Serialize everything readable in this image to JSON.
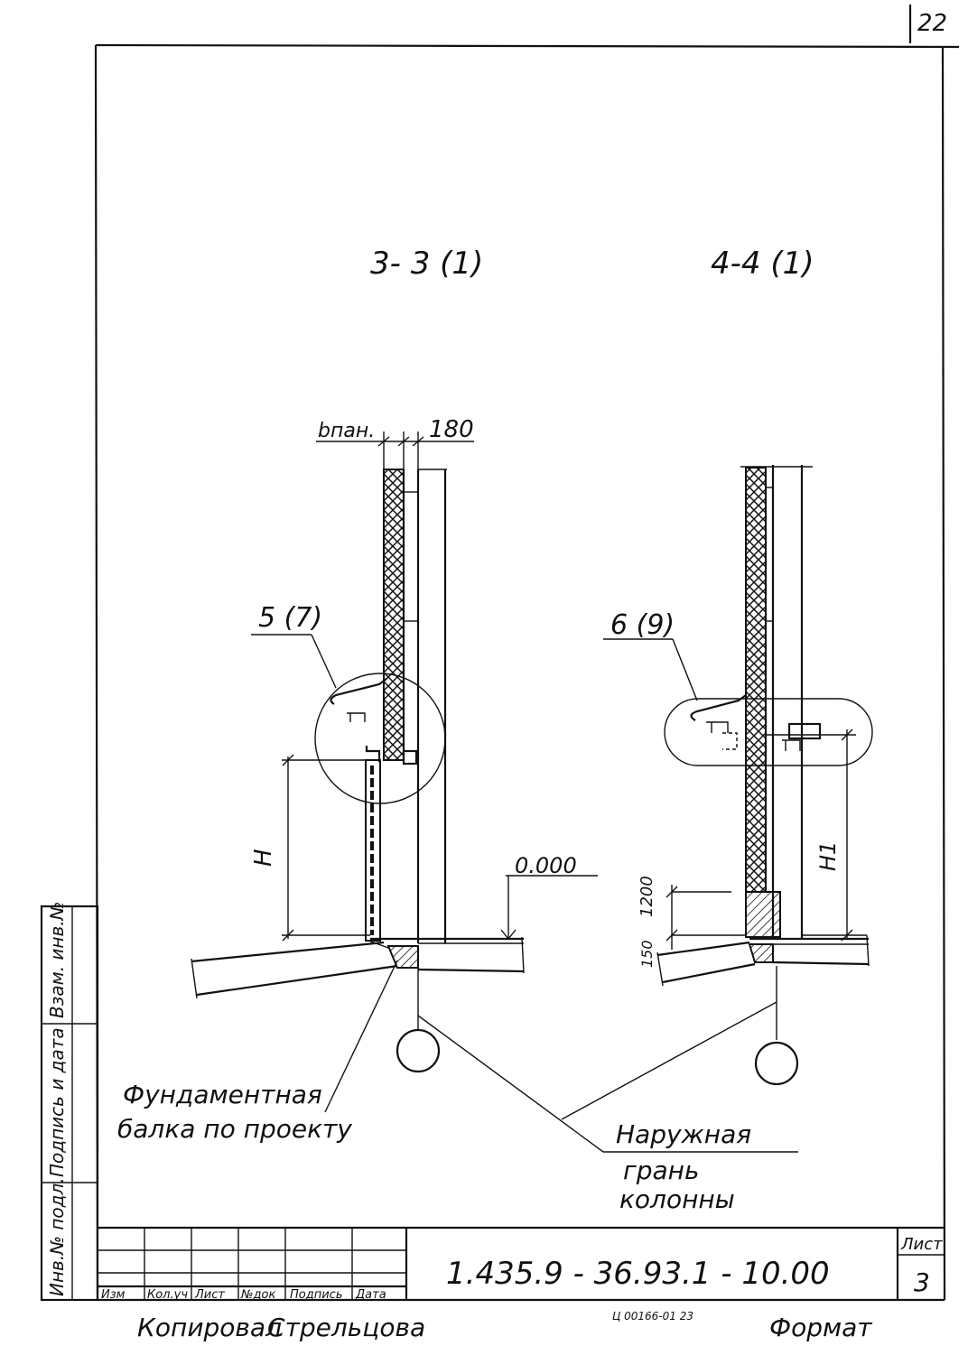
{
  "sheet_number_top": "22",
  "sections": {
    "left_title": "3- 3 (1)",
    "right_title": "4-4 (1)"
  },
  "dimensions": {
    "b_pan": "bпан.",
    "d180": "180",
    "h_left": "H",
    "h_right": "H1",
    "level": "0.000",
    "d1200": "1200",
    "d150": "150"
  },
  "callouts": {
    "left_node": "5 (7)",
    "right_node": "6 (9)"
  },
  "notes": {
    "foundation_line1": "Фундаментная",
    "foundation_line2": "балка по проекту",
    "outer_line1": "Наружная",
    "outer_line2": "грань",
    "outer_line3": "колонны"
  },
  "title_block": {
    "doc_code": "1.435.9 - 36.93.1 - 10.00",
    "sheet_label": "Лист",
    "sheet_value": "3",
    "columns": [
      "Изм",
      "Кол.уч",
      "Лист",
      "№док",
      "Подпись",
      "Дата"
    ]
  },
  "side_stamp": [
    "Инв.№ подл.",
    "Подпись и дата",
    "Взам. инв.№"
  ],
  "footer": {
    "copied": "Копировал",
    "copier_name": "Стрельцова",
    "small_code": "Ц 00166-01 23",
    "format_label": "Формат"
  }
}
